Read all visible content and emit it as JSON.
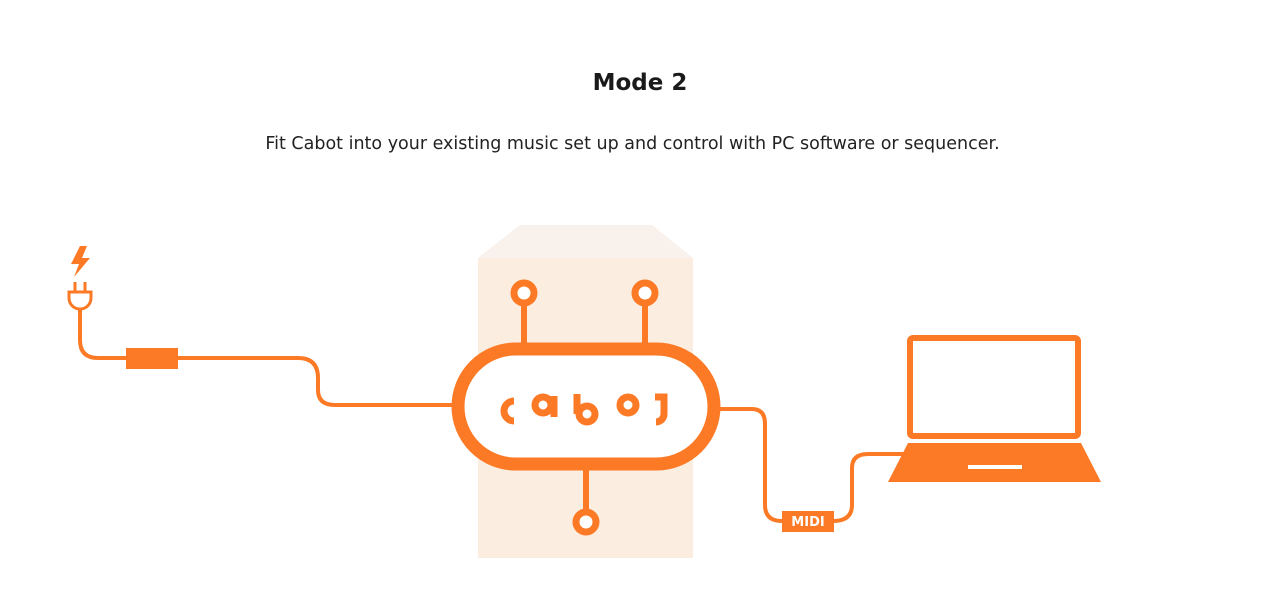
{
  "header": {
    "title": "Mode 2",
    "subtitle": "Fit Cabot into your existing music set up and control with PC software or sequencer."
  },
  "diagram": {
    "device_logo": "cabot",
    "connector_label": "MIDI",
    "icons": [
      "lightning-icon",
      "power-plug-icon",
      "power-adapter-icon",
      "cabot-device-icon",
      "laptop-icon"
    ],
    "colors": {
      "accent": "#FC7A26",
      "device_body": "#FBEDDF",
      "device_top": "#F8F1EC"
    }
  }
}
